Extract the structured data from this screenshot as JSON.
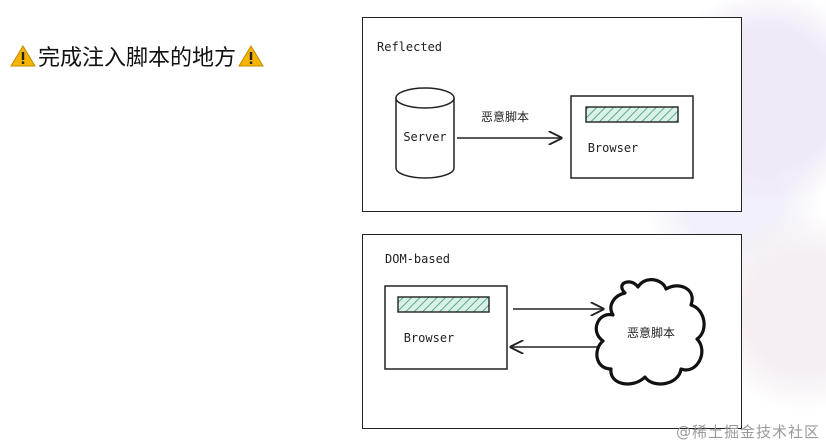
{
  "title": {
    "text": "完成注入脚本的地方"
  },
  "reflected": {
    "label": "Reflected",
    "server_label": "Server",
    "arrow_label": "恶意脚本",
    "browser_label": "Browser"
  },
  "dom_based": {
    "label": "DOM-based",
    "browser_label": "Browser",
    "cloud_label": "恶意脚本"
  },
  "watermark": "@稀土掘金技术社区",
  "colors": {
    "stroke": "#222222",
    "hatch_fill": "#bfe6d6",
    "hatch_line": "#5aa889",
    "warning": "#f5b400"
  }
}
